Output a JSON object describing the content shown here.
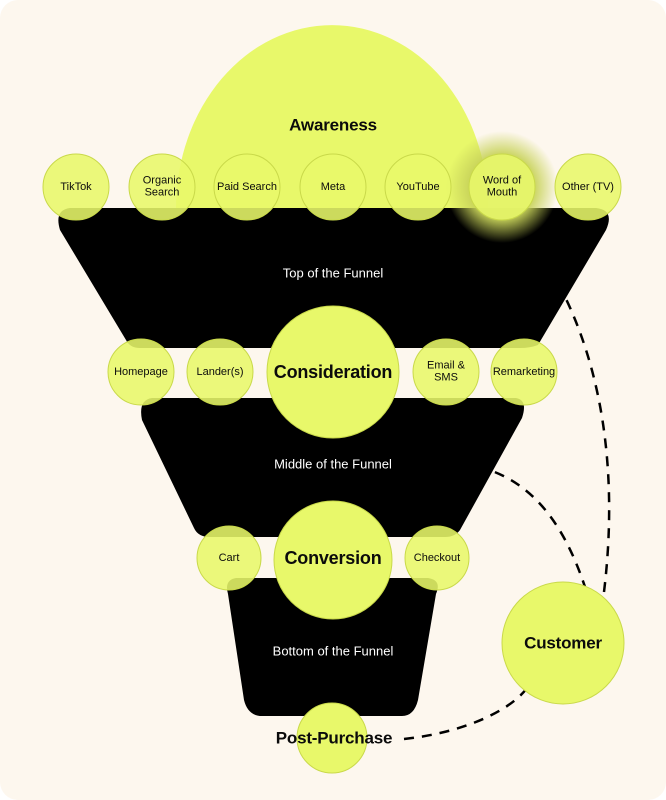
{
  "colors": {
    "background": "#fdf7ee",
    "funnel": "#000000",
    "node": "#e8f86a",
    "node_stroke": "#c9d94a",
    "band_text": "#ffffff",
    "dashed_arrow": "#000000"
  },
  "stages": {
    "awareness": "Awareness",
    "consideration": "Consideration",
    "conversion": "Conversion",
    "post_purchase": "Post-Purchase",
    "customer": "Customer"
  },
  "bands": {
    "top": "Top of the Funnel",
    "middle": "Middle of the Funnel",
    "bottom": "Bottom of the Funnel"
  },
  "awareness_channels": [
    "TikTok",
    "Organic Search",
    "Paid Search",
    "Meta",
    "YouTube",
    "Word of Mouth",
    "Other (TV)"
  ],
  "consideration_channels": [
    "Homepage",
    "Lander(s)",
    "Email & SMS",
    "Remarketing"
  ],
  "conversion_channels": [
    "Cart",
    "Checkout"
  ],
  "highlighted_channel": "Word of Mouth"
}
